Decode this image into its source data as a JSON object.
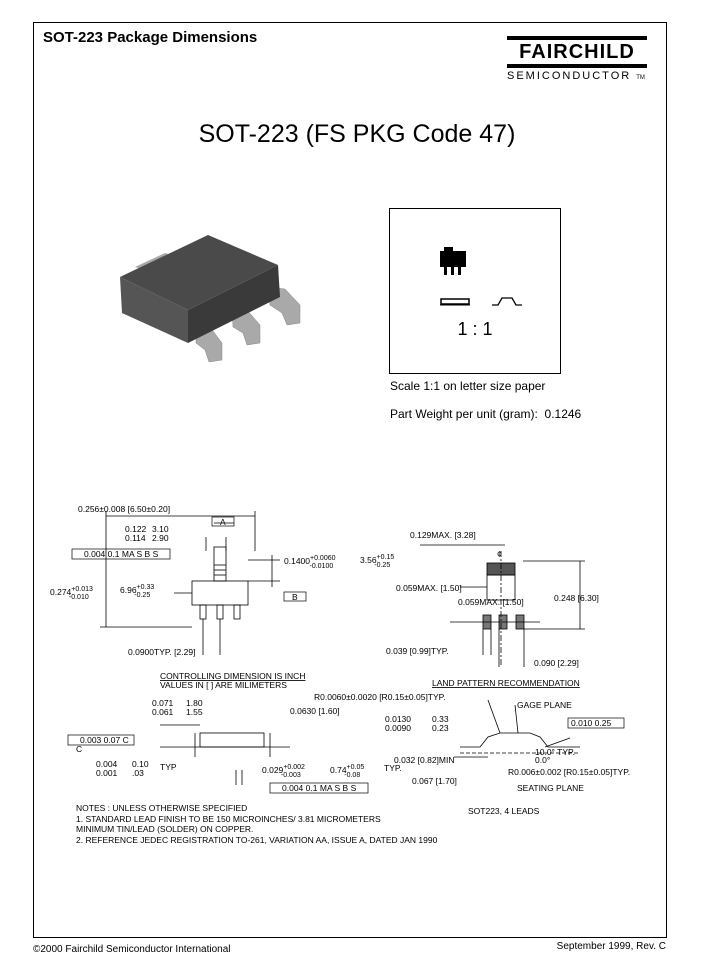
{
  "header": {
    "section_title": "SOT-223 Package Dimensions"
  },
  "logo": {
    "name": "FAIRCHILD",
    "sub": "SEMICONDUCTOR",
    "tm": "TM"
  },
  "main_title": "SOT-223 (FS PKG Code 47)",
  "scale": {
    "ratio": "1 : 1",
    "caption": "Scale 1:1 on letter size paper"
  },
  "weight": {
    "label": "Part Weight per unit (gram):",
    "value": "0.1246"
  },
  "dims": {
    "d1": "0.256±0.008",
    "d1m": "[6.50±0.20]",
    "d2a": "0.122",
    "d2b": "0.114",
    "d2ma": "3.10",
    "d2mb": "2.90",
    "datum_a": "A",
    "fcf1_val": "0.004",
    "fcf1_m": "0.1",
    "fcf1_ref": "MA S B S",
    "d3": "0.1400",
    "d3t": "+0.0060",
    "d3b": "-0.0100",
    "d3m": "3.56",
    "d3mt": "+0.15",
    "d3mb": "-0.25",
    "d4": "0.274",
    "d4t": "+0.013",
    "d4b": "-0.010",
    "d4m": "6.96",
    "d4mt": "+0.33",
    "d4mb": "-0.25",
    "datum_b": "B",
    "d5": "0.0900TYP.",
    "d5m": "[2.29]",
    "d6": "0.129MAX.",
    "d6m": "[3.28]",
    "centerline": "¢",
    "d7": "0.059MAX.",
    "d7m": "[1.50]",
    "d8": "0.059MAX.",
    "d8m": "[1.50]",
    "d9": "0.248",
    "d9m": "[6.30]",
    "d10": "0.039",
    "d10m": "[0.99]TYP.",
    "d11": "0.090",
    "d11m": "[2.29]",
    "ctrl1": "CONTROLLING DIMENSION IS INCH",
    "ctrl2": "VALUES IN [  ] ARE MILIMETERS",
    "land": "LAND PATTERN RECOMMENDATION",
    "d12": "R0.0060±0.0020",
    "d12m": "[R0.15±0.05]TYP.",
    "d13a": "0.071",
    "d13b": "0.061",
    "d13ma": "1.80",
    "d13mb": "1.55",
    "d14": "0.0630",
    "d14m": "[1.60]",
    "gage": "GAGE PLANE",
    "d15a": "0.0130",
    "d15b": "0.0090",
    "d15ma": "0.33",
    "d15mb": "0.23",
    "fcf3_val": "0.010",
    "fcf3_m": "0.25",
    "fcf2_val": "0.003",
    "fcf2_m": "0.07",
    "fcf2_ref": "C",
    "datum_c": "C",
    "d16a": "0.004",
    "d16b": "0.001",
    "d16ma": "0.10",
    "d16mb": ".03",
    "d16s": "TYP",
    "d17": "0.029",
    "d17t": "+0.002",
    "d17b": "-0.003",
    "d17m": "0.74",
    "d17mt": "+0.05",
    "d17mb": "-0.08",
    "d17s": "TYP.",
    "d18": "0.032",
    "d18m": "[0.82]MIN",
    "ang1": "10.0°",
    "ang1s": "TYP.",
    "ang2": "0.0°",
    "d19": "0.067",
    "d19m": "[1.70]",
    "d20": "R0.006±0.002",
    "d20m": "[R0.15±0.05]TYP.",
    "seating": "SEATING PLANE",
    "fcf4_val": "0.004",
    "fcf4_m": "0.1",
    "fcf4_ref": "MA S B S",
    "pkg_label": "SOT223, 4 LEADS"
  },
  "notes": {
    "n0": "NOTES : UNLESS OTHERWISE SPECIFIED",
    "n1": "1. STANDARD LEAD FINISH TO BE 150 MICROINCHES/ 3.81 MICROMETERS",
    "n1b": "MINIMUM TIN/LEAD (SOLDER) ON COPPER.",
    "n2": "2. REFERENCE JEDEC REGISTRATION TO-261, VARIATION AA, ISSUE A, DATED JAN 1990"
  },
  "footer": {
    "copyright": "©2000 Fairchild Semiconductor International",
    "date": "September 1999, Rev. C"
  },
  "colors": {
    "body": "#3a3a3a",
    "leads": "#a9a9a9",
    "frame": "#000000"
  }
}
